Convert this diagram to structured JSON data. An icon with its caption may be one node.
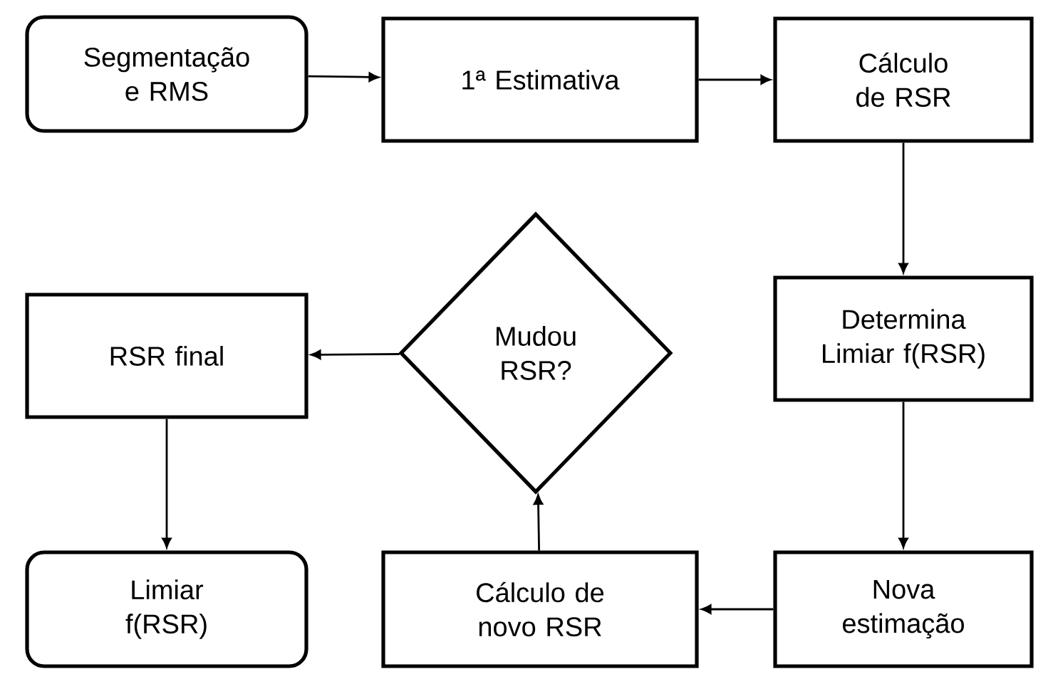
{
  "diagram": {
    "nodes": [
      {
        "text": [
          "Segmentação e RMS"
        ]
      },
      {
        "text": [
          "1ª Estimativa"
        ]
      },
      {
        "text": [
          "Cálculo de RSR"
        ]
      },
      {
        "text": [
          "Determina Limiar f(RSR)"
        ]
      },
      {
        "text": [
          "Mudou RSR?"
        ]
      },
      {
        "text": [
          "RSR final"
        ]
      },
      {
        "text": [
          "Nova estimação"
        ]
      },
      {
        "text": [
          "Cálculo de novo RSR"
        ]
      },
      {
        "text": [
          "Limiar f(RSR)"
        ]
      }
    ],
    "edges": [
      {
        "from": 0,
        "to": 1,
        "arrow": "to"
      },
      {
        "from": 1,
        "to": 2,
        "arrow": "to"
      },
      {
        "from": 2,
        "to": 3,
        "arrow": "to"
      },
      {
        "from": 3,
        "to": 6,
        "arrow": "to"
      },
      {
        "from": 6,
        "to": 7,
        "arrow": "to"
      },
      {
        "from": 7,
        "to": 4,
        "arrow": "to"
      },
      {
        "from": 4,
        "to": 5,
        "arrow": "to"
      },
      {
        "from": 5,
        "to": 8,
        "arrow": "to"
      }
    ]
  }
}
